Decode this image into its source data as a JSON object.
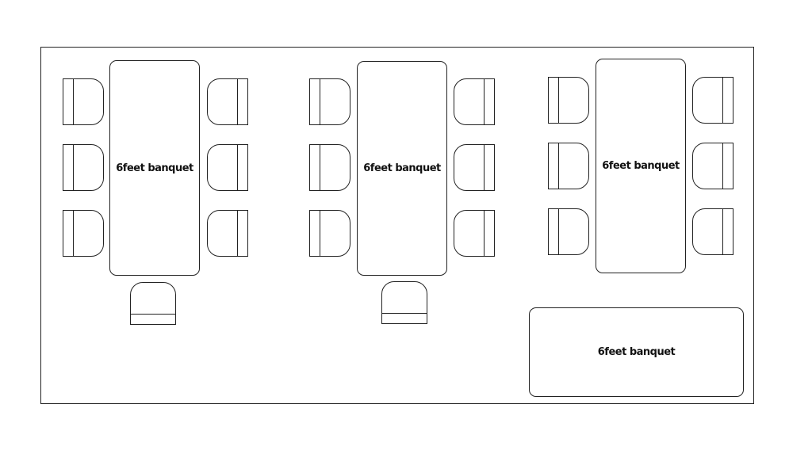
{
  "diagram": {
    "tables": [
      {
        "label": "6feet banquet"
      },
      {
        "label": "6feet banquet"
      },
      {
        "label": "6feet banquet"
      },
      {
        "label": "6feet banquet"
      }
    ],
    "colors": {
      "stroke": "#222222",
      "background": "#ffffff"
    }
  }
}
